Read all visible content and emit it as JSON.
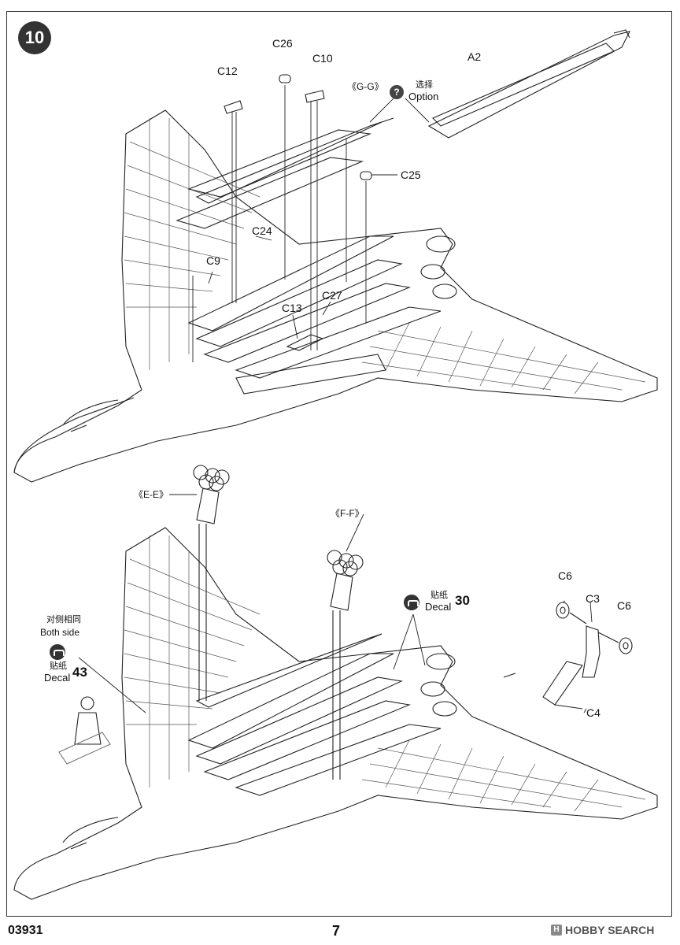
{
  "step": {
    "number": "10"
  },
  "part_labels": {
    "c26": "C26",
    "c10": "C10",
    "c12": "C12",
    "a2": "A2",
    "gg": "《G-G》",
    "c25": "C25",
    "c24": "C24",
    "c9": "C9",
    "c27": "C27",
    "c13": "C13",
    "ee": "《E-E》",
    "ff": "《F-F》",
    "c6a": "C6",
    "c3": "C3",
    "c6b": "C6",
    "c4": "C4"
  },
  "option": {
    "zh": "选择",
    "en": "Option",
    "icon": "question-icon"
  },
  "decal30": {
    "zh": "贴纸",
    "label": "Decal",
    "number": "30",
    "icon": "decal-icon"
  },
  "decal43": {
    "both_zh": "对侧相同",
    "both_en": "Both side",
    "zh": "贴纸",
    "label": "Decal",
    "number": "43",
    "icon": "decal-icon"
  },
  "footer": {
    "code": "03931",
    "page": "7",
    "watermark": "HOBBY SEARCH"
  }
}
